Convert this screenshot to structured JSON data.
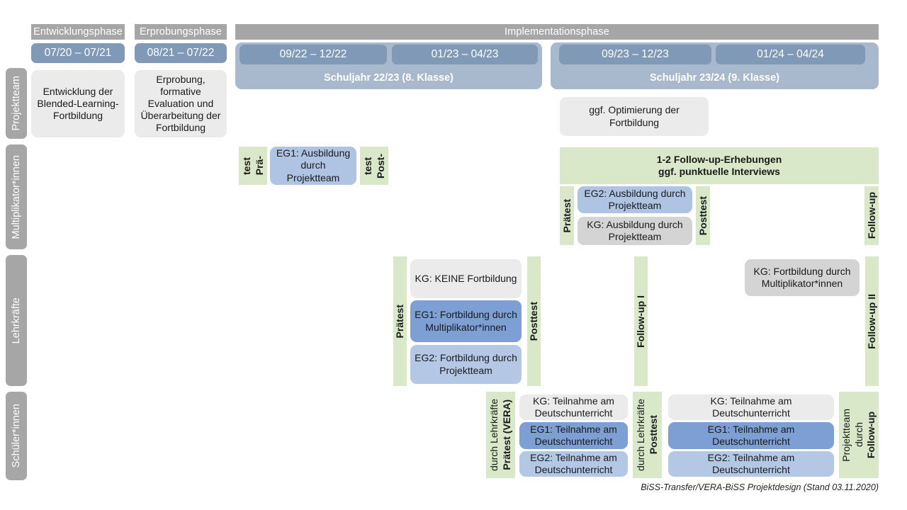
{
  "diagram": {
    "title_footer": "BiSS-Transfer/VERA-BiSS Projektdesign (Stand 03.11.2020)",
    "colors": {
      "phase_header_gray": "#a6a6a6",
      "date_chip_blue": "#8099b6",
      "year_band_blue": "#a8b8cd",
      "rail_gray": "#a6a6a6",
      "card_gray": "#ebebeb",
      "card_gray_dark": "#d4d4d4",
      "card_blue_light": "#b4c8e6",
      "card_blue_dark": "#7d9fd4",
      "green_test": "#d8e8c8"
    }
  },
  "phases": [
    {
      "label": "Entwicklungsphase"
    },
    {
      "label": "Erprobungsphase"
    },
    {
      "label": "Implementationsphase"
    }
  ],
  "date_chips": [
    {
      "label": "07/20 – 07/21"
    },
    {
      "label": "08/21 – 07/22"
    },
    {
      "label": "09/22 – 12/22"
    },
    {
      "label": "01/23 – 04/23"
    },
    {
      "label": "09/23 – 12/23"
    },
    {
      "label": "01/24 – 04/24"
    }
  ],
  "school_years": [
    {
      "label": "Schuljahr 22/23 (8. Klasse)"
    },
    {
      "label": "Schuljahr 23/24 (9. Klasse)"
    }
  ],
  "rails": [
    {
      "label": "Projektteam"
    },
    {
      "label": "Multiplikator*innen"
    },
    {
      "label": "Lehrkräfte"
    },
    {
      "label": "Schüler*innen"
    }
  ],
  "rows": {
    "projektteam": {
      "cards": [
        {
          "text": "Entwicklung der Blended-Learning-Fortbildung",
          "style": "gray"
        },
        {
          "text": "Erprobung, formative Evaluation und Überarbeitung der Fortbildung",
          "style": "gray"
        },
        {
          "text": "ggf. Optimierung der Fortbildung",
          "style": "gray"
        }
      ]
    },
    "multiplikatoren": {
      "pretest_1": {
        "line1": "Prä-",
        "line2": "test"
      },
      "posttest_1": {
        "line1": "Post-",
        "line2": "test"
      },
      "card_eg1": {
        "text": "EG1: Ausbildung durch Projektteam",
        "style": "blue-light"
      },
      "followup_banner": {
        "line1": "1-2 Follow-up-Erhebungen",
        "line2": "ggf. punktuelle Interviews"
      },
      "pretest_2": {
        "label": "Prätest"
      },
      "posttest_2": {
        "label": "Posttest"
      },
      "followup": {
        "label": "Follow-up"
      },
      "card_eg2": {
        "text": "EG2:  Ausbildung durch Projektteam",
        "style": "blue-light"
      },
      "card_kg": {
        "text": "KG: Ausbildung durch Projektteam",
        "style": "gray2"
      }
    },
    "lehrkraefte": {
      "pretest": {
        "label": "Prätest"
      },
      "posttest": {
        "label": "Posttest"
      },
      "followup_1": {
        "label": "Follow-up I"
      },
      "followup_2": {
        "label": "Follow-up II"
      },
      "cards": [
        {
          "text": "KG:  KEINE Fortbildung",
          "style": "gray"
        },
        {
          "text": "EG1: Fortbildung durch Multiplikator*innen",
          "style": "blue-dark"
        },
        {
          "text": "EG2: Fortbildung durch Projektteam",
          "style": "blue-pale"
        }
      ],
      "card_kg_late": {
        "text": "KG: Fortbildung durch Multiplikator*innen",
        "style": "gray2"
      }
    },
    "schueler": {
      "pretest": {
        "bold": "Prätest (VERA)",
        "regular": "durch Lehrkräfte"
      },
      "posttest": {
        "bold": "Posttest",
        "regular": "durch Lehrkräfte"
      },
      "followup": {
        "bold": "Follow-up",
        "regular1": "durch",
        "regular2": "Projektteam"
      },
      "cards_left": [
        {
          "text": "KG: Teilnahme am Deutschunterricht",
          "style": "gray"
        },
        {
          "text": "EG1: Teilnahme am Deutschunterricht",
          "style": "blue-dark"
        },
        {
          "text": "EG2: Teilnahme am Deutschunterricht",
          "style": "blue-pale"
        }
      ],
      "cards_right": [
        {
          "text": "KG: Teilnahme am Deutschunterricht",
          "style": "gray"
        },
        {
          "text": "EG1: Teilnahme am Deutschunterricht",
          "style": "blue-dark"
        },
        {
          "text": "EG2: Teilnahme am Deutschunterricht",
          "style": "blue-pale"
        }
      ]
    }
  }
}
